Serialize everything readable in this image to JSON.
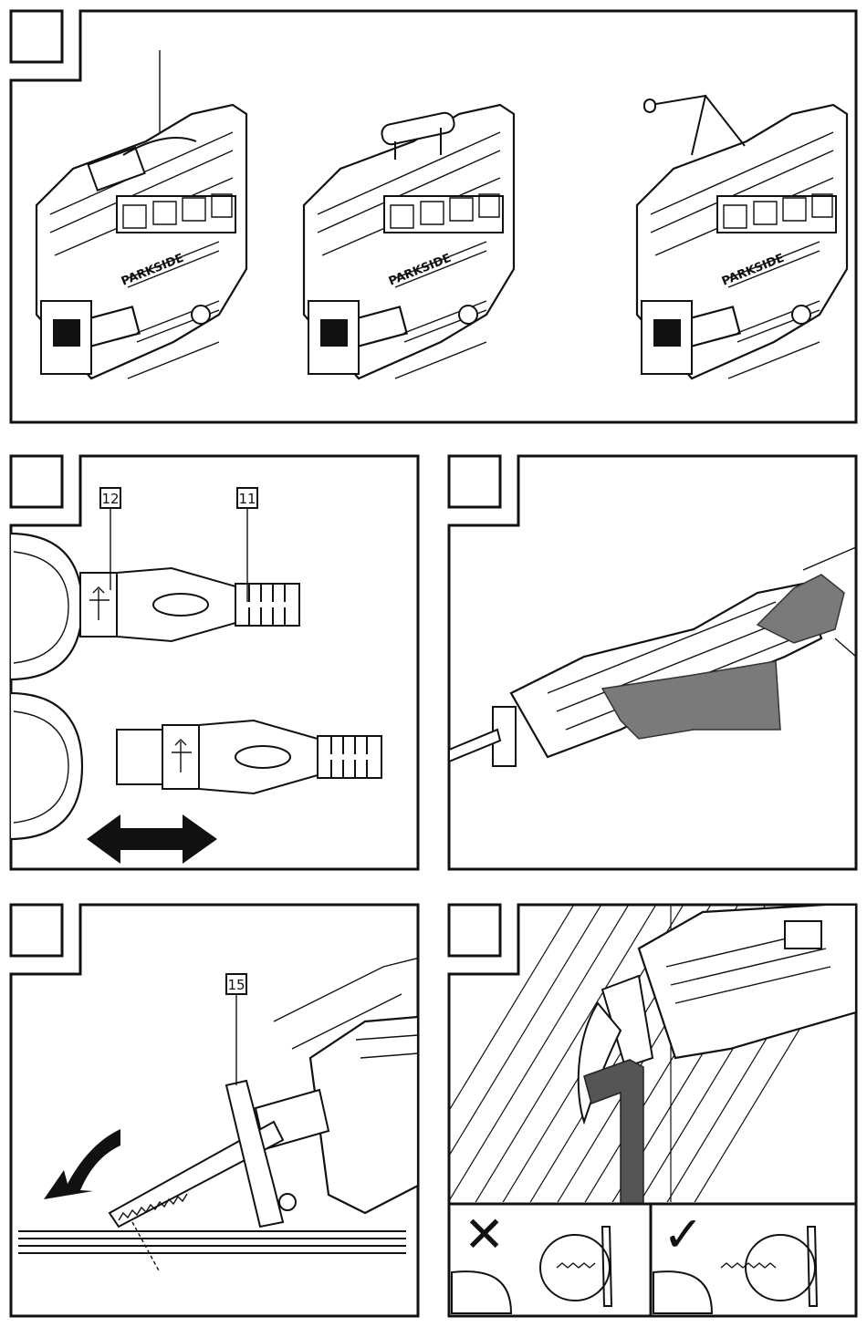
{
  "panel1": {
    "brand_labels": [
      "PARKSIDE",
      "PARKSIDE",
      "PARKSIDE"
    ]
  },
  "panel2": {
    "callouts": [
      "12",
      "11"
    ]
  },
  "panel4": {
    "callouts": [
      "15"
    ]
  },
  "panel5": {
    "wrong_mark": "✕",
    "right_mark": "✓"
  }
}
